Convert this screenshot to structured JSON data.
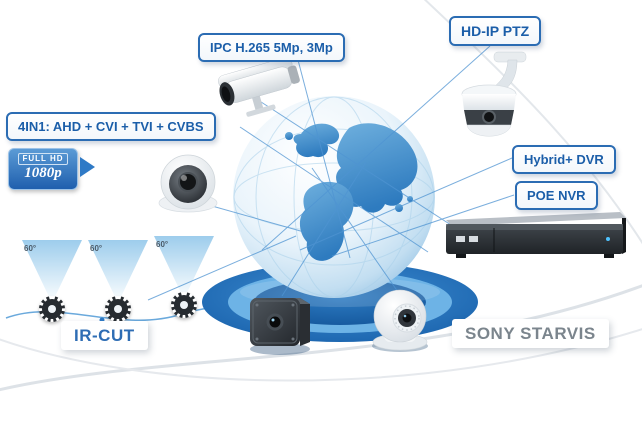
{
  "badges": {
    "ipc": "IPC H.265 5Mp, 3Mp",
    "hd_ip_ptz": "HD-IP PTZ",
    "four_in_one": "4IN1: AHD + CVI + TVI + CVBS",
    "hybrid_dvr": "Hybrid+ DVR",
    "poe_nvr": "POE NVR",
    "sony_starvis": "SONY STARVIS",
    "ir_cut": "IR-CUT"
  },
  "fullhd": {
    "line1": "FULL HD",
    "line2": "1080p"
  },
  "ir_angles": [
    "60°",
    "60°",
    "60°"
  ],
  "products": [
    "bullet-camera",
    "ptz-speed-dome-camera",
    "dome-camera",
    "dvr-recorder",
    "mini-pinhole-camera",
    "white-dome-camera",
    "ir-cut-lens-rings"
  ],
  "icons": {
    "fullhd_arrow": "right-pointing-triangle",
    "ir_ring": "camera-lens-with-ir-leds"
  },
  "colors": {
    "label_border": "#2b6cb3",
    "label_text": "#1b5ea9",
    "connector_line": "#4f94d2",
    "globe_land": "#2f7cc0",
    "platform_blue": "#1a63ad",
    "starvis_text": "#7b858d",
    "fullhd_badge_top": "#5b9bd6",
    "fullhd_badge_bottom": "#1f5fae"
  }
}
